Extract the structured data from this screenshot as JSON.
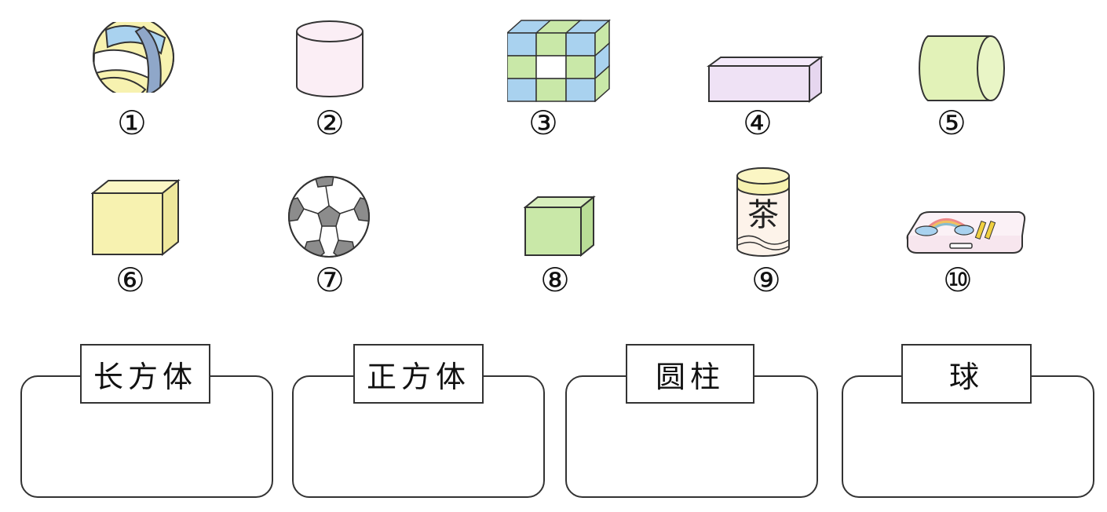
{
  "items": [
    {
      "number": "①",
      "shape": "volleyball"
    },
    {
      "number": "②",
      "shape": "cylinder-upright"
    },
    {
      "number": "③",
      "shape": "rubiks-cube"
    },
    {
      "number": "④",
      "shape": "cuboid-long"
    },
    {
      "number": "⑤",
      "shape": "cylinder-lying"
    },
    {
      "number": "⑥",
      "shape": "cube-yellow"
    },
    {
      "number": "⑦",
      "shape": "soccer-ball"
    },
    {
      "number": "⑧",
      "shape": "cube-green"
    },
    {
      "number": "⑨",
      "shape": "tea-can"
    },
    {
      "number": "⑩",
      "shape": "pencil-case"
    }
  ],
  "tea_can_char": "茶",
  "categories": [
    {
      "label": "长方体"
    },
    {
      "label": "正方体"
    },
    {
      "label": "圆柱"
    },
    {
      "label": "球"
    }
  ],
  "colors": {
    "outline": "#333333",
    "yellow": "#f7f2b0",
    "blue": "#a9d2ef",
    "green": "#c9e8a8",
    "pink": "#fbeef5",
    "lavender": "#efe2f5",
    "lime": "#e2f2b8",
    "gray": "#8c8c8c"
  }
}
